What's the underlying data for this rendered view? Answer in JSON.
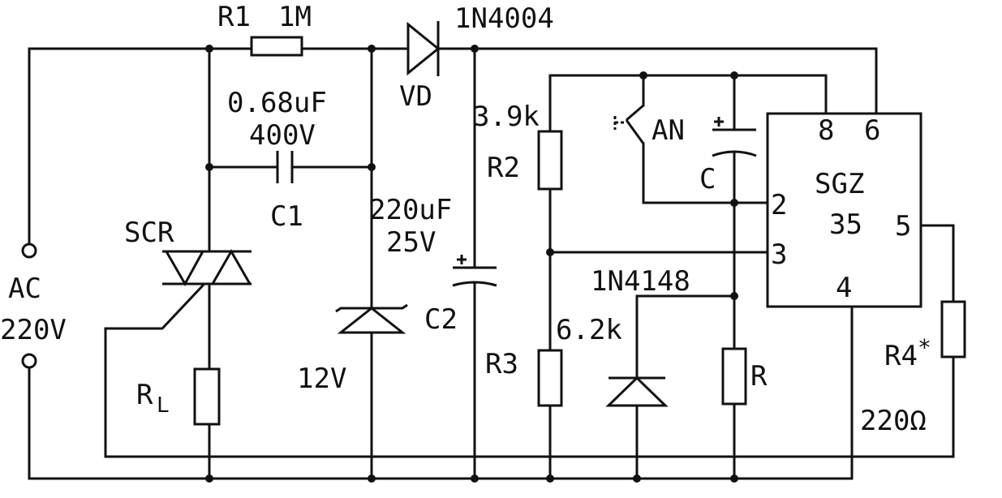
{
  "labels": {
    "r1": "R1",
    "r1_value": "1M",
    "diode_part": "1N4004",
    "vd": "VD",
    "c1_value": "0.68uF",
    "c1_voltage": "400V",
    "c1": "C1",
    "scr": "SCR",
    "ac": "AC",
    "ac_voltage": "220V",
    "rl": "R",
    "rl_sub": "L",
    "zener_voltage": "12V",
    "c2_value": "220uF",
    "c2_voltage": "25V",
    "c2": "C2",
    "r2_value": "3.9k",
    "r2": "R2",
    "r3_value": "6.2k",
    "r3": "R3",
    "an": "AN",
    "c": "C",
    "diode2_part": "1N4148",
    "r": "R",
    "ic_name": "SGZ",
    "ic_number": "35",
    "pin8": "8",
    "pin6": "6",
    "pin2": "2",
    "pin3": "3",
    "pin5": "5",
    "pin4": "4",
    "r4": "R4",
    "r4_star": "*",
    "r4_value": "220Ω"
  }
}
